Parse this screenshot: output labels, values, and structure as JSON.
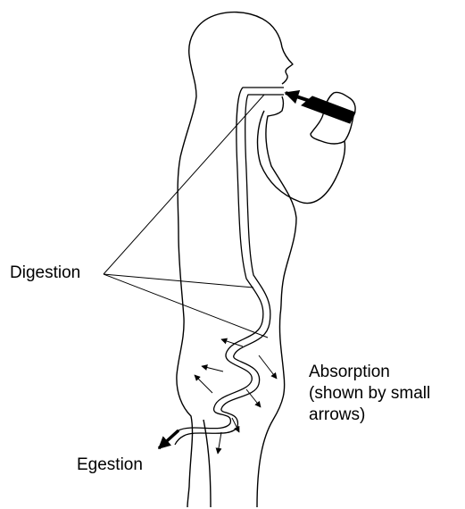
{
  "labels": {
    "digestion": "Digestion",
    "absorption": [
      "Absorption",
      "(shown by small",
      "arrows)"
    ],
    "egestion": "Egestion"
  },
  "colors": {
    "ink": "#000000",
    "background": "#ffffff"
  }
}
